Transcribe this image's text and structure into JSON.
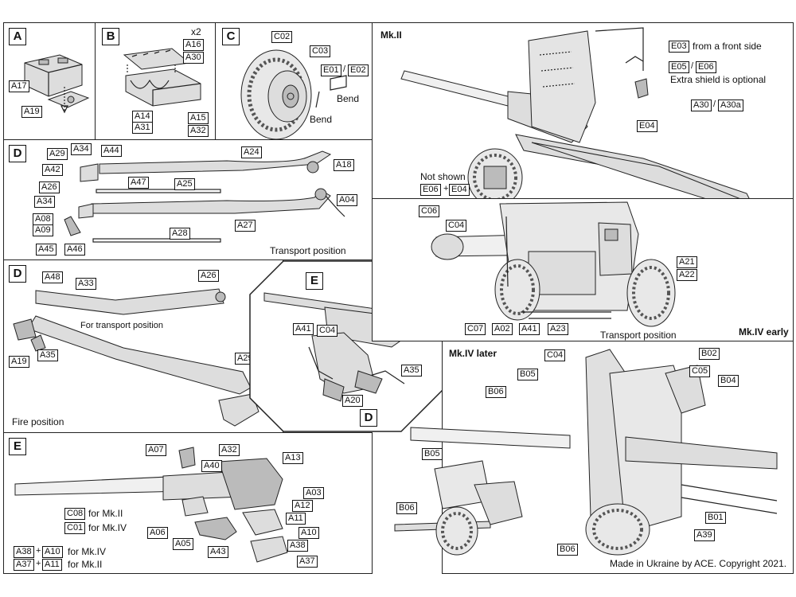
{
  "panels": {
    "A": {
      "step": "A",
      "labels": [
        "A17",
        "A19"
      ]
    },
    "B": {
      "step": "B",
      "qty": "x2",
      "labels": [
        "A16",
        "A30",
        "A14",
        "A31",
        "A15",
        "A32"
      ]
    },
    "C": {
      "step": "C",
      "labels": [
        "C02",
        "C03",
        "E01",
        "E02"
      ],
      "notes": [
        "Bend",
        "Bend"
      ]
    },
    "D1": {
      "step": "D",
      "labels": [
        "A29",
        "A34",
        "A44",
        "A24",
        "A42",
        "A18",
        "A47",
        "A25",
        "A26",
        "A34",
        "A04",
        "A08",
        "A09",
        "A28",
        "A27",
        "A45",
        "A46"
      ],
      "caption": "Transport position"
    },
    "D2": {
      "step": "D",
      "labels": [
        "A48",
        "A33",
        "A26",
        "A19",
        "A35",
        "A29"
      ],
      "note": "For transport position",
      "caption": "Fire position"
    },
    "E1": {
      "step": "E",
      "labels": [
        "A41",
        "C04",
        "A35",
        "A20"
      ],
      "ref": "D"
    },
    "E2": {
      "step": "E",
      "labels": [
        "A07",
        "A32",
        "A13",
        "A40",
        "A03",
        "A12",
        "A11",
        "A06",
        "A10",
        "A05",
        "A43",
        "A38",
        "A37",
        "C08",
        "C01"
      ],
      "variants": [
        {
          "label": "C08",
          "text": "for Mk.II"
        },
        {
          "label": "C01",
          "text": "for Mk.IV"
        }
      ],
      "combos": [
        {
          "a": "A38",
          "b": "A10",
          "text": "for Mk.IV"
        },
        {
          "a": "A37",
          "b": "A11",
          "text": "for Mk.II"
        }
      ]
    },
    "MK2": {
      "title": "Mk.II",
      "labels": [
        "E03",
        "E05",
        "E06",
        "A30",
        "A30a",
        "E04",
        "E06",
        "E04"
      ],
      "notes": {
        "front": "from a front side",
        "shield": "Extra shield is optional",
        "not_shown": "Not shown"
      }
    },
    "MK4E": {
      "title": "Mk.IV early",
      "labels": [
        "C06",
        "C04",
        "A21",
        "A22",
        "C07",
        "A02",
        "A41",
        "A23"
      ],
      "caption": "Transport position"
    },
    "MK4L": {
      "title": "Mk.IV later",
      "labels": [
        "C04",
        "B02",
        "B05",
        "C05",
        "B04",
        "B06",
        "B05",
        "B01",
        "B06",
        "A39",
        "B06"
      ]
    }
  },
  "footer": {
    "copyright": "Made in Ukraine by ACE. Copyright 2021."
  }
}
